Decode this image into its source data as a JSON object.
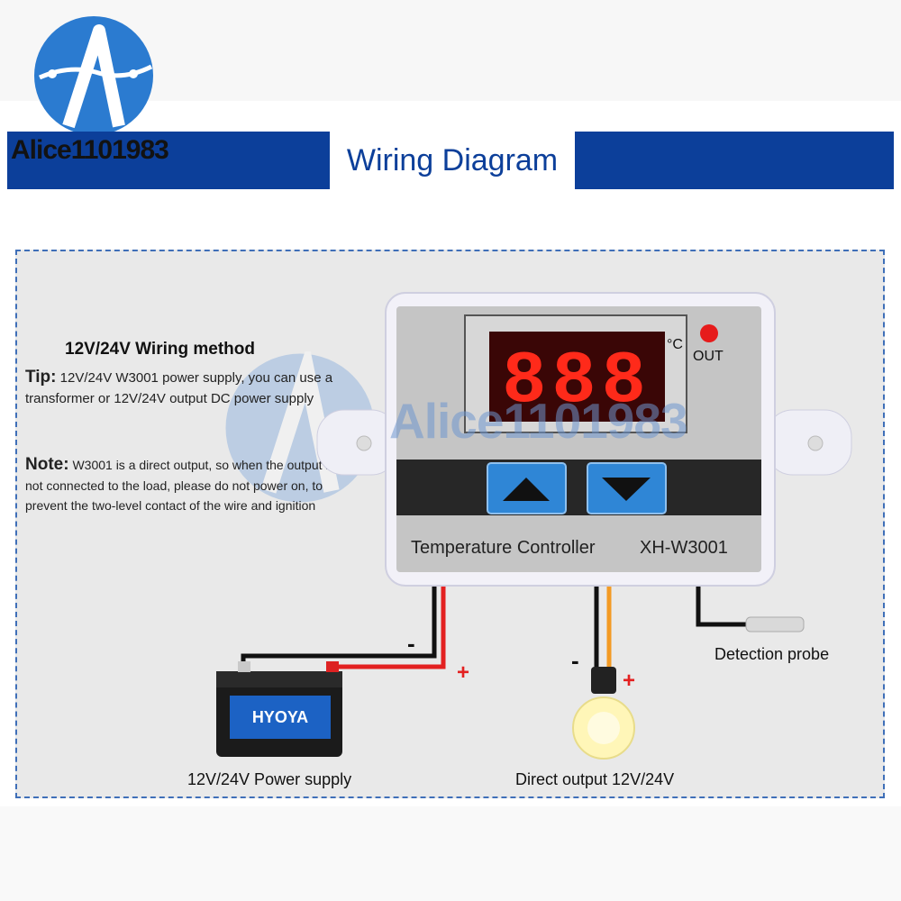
{
  "header": {
    "brand": "Alice1101983",
    "title": "Wiring Diagram"
  },
  "left_panel": {
    "method_title": "12V/24V Wiring method",
    "tip_label": "Tip:",
    "tip_text": "12V/24V W3001 power supply, you can use a transformer or 12V/24V output DC power supply",
    "note_label": "Note:",
    "note_text": "W3001 is a direct output, so when the output is not connected to the load, please do not power on, to prevent the two-level contact of the wire and ignition"
  },
  "controller": {
    "display_text": "888",
    "unit": "°C",
    "out_label": "OUT",
    "name": "Temperature Controller",
    "model": "XH-W3001",
    "up_icon": "triangle-up-icon",
    "down_icon": "triangle-down-icon"
  },
  "watermark": "Alice1101983",
  "labels": {
    "power_supply": "12V/24V Power supply",
    "direct_output": "Direct output 12V/24V",
    "probe": "Detection probe",
    "minus": "-",
    "plus": "+"
  },
  "colors": {
    "header_blue": "#0c3f9a",
    "button_blue": "#2f86d6",
    "display_red": "#ff2a1a",
    "wire_red": "#e32020",
    "wire_orange": "#f39a24",
    "wire_black": "#111111"
  }
}
